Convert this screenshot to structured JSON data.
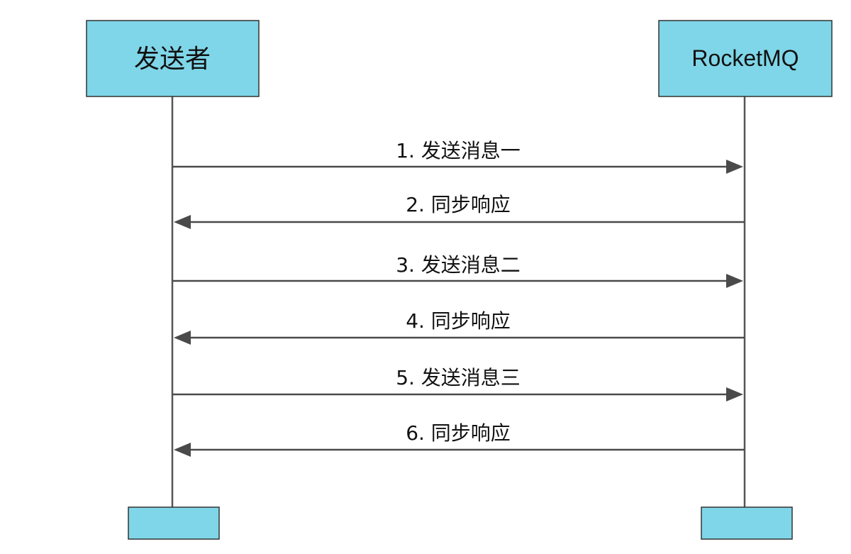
{
  "participants": [
    {
      "id": "sender",
      "label": "发送者"
    },
    {
      "id": "rocketmq",
      "label": "RocketMQ"
    }
  ],
  "messages": [
    {
      "label": "1. 发送消息一",
      "from": "sender",
      "to": "rocketmq"
    },
    {
      "label": "2. 同步响应",
      "from": "rocketmq",
      "to": "sender"
    },
    {
      "label": "3. 发送消息二",
      "from": "sender",
      "to": "rocketmq"
    },
    {
      "label": "4. 同步响应",
      "from": "rocketmq",
      "to": "sender"
    },
    {
      "label": "5. 发送消息三",
      "from": "sender",
      "to": "rocketmq"
    },
    {
      "label": "6. 同步响应",
      "from": "rocketmq",
      "to": "sender"
    }
  ],
  "colors": {
    "box_fill": "#7fd6e8",
    "box_stroke": "#333333",
    "line": "#4a4a4a"
  }
}
